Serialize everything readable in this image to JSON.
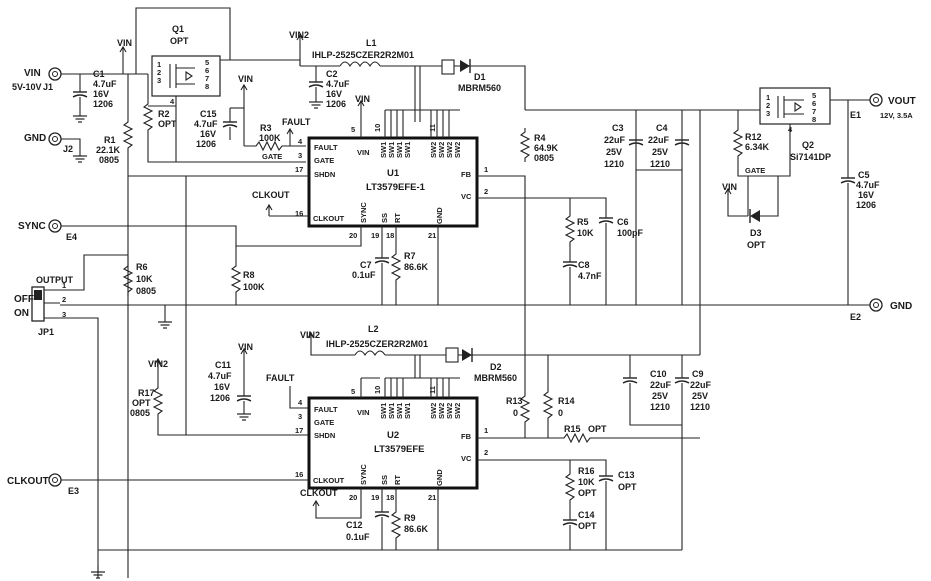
{
  "input": {
    "vin_label": "VIN",
    "vin_range": "5V-10V",
    "j1": "J1",
    "gnd_label": "GND",
    "j2": "J2"
  },
  "c1": {
    "ref": "C1",
    "val": "4.7uF",
    "volt": "16V",
    "pkg": "1206"
  },
  "r1": {
    "ref": "R1",
    "val": "22.1K",
    "pkg": "0805"
  },
  "q1": {
    "ref": "Q1",
    "val": "OPT",
    "pins": [
      "1",
      "2",
      "3",
      "4",
      "5",
      "6",
      "7",
      "8"
    ]
  },
  "r2": {
    "ref": "R2",
    "val": "OPT"
  },
  "net": {
    "vin": "VIN",
    "vin2": "VIN2",
    "fault": "FAULT",
    "gate": "GATE",
    "clkout": "CLKOUT"
  },
  "l1": {
    "ref": "L1",
    "part": "IHLP-2525CZER2R2M01"
  },
  "d1": {
    "ref": "D1",
    "part": "MBRM560"
  },
  "c2": {
    "ref": "C2",
    "val": "4.7uF",
    "volt": "16V",
    "pkg": "1206"
  },
  "c15": {
    "ref": "C15",
    "val": "4.7uF",
    "volt": "16V",
    "pkg": "1206"
  },
  "r3": {
    "ref": "R3",
    "val": "100K"
  },
  "u1": {
    "ref": "U1",
    "part": "LT3579EFE-1"
  },
  "u2": {
    "ref": "U2",
    "part": "LT3579EFE"
  },
  "ic_pins": {
    "fault": "FAULT",
    "gate": "GATE",
    "shdn": "SHDN",
    "sync": "SYNC",
    "clkout": "CLKOUT",
    "vin": "VIN",
    "fb": "FB",
    "vc": "VC",
    "ss": "SS",
    "rt": "RT",
    "gnd": "GND",
    "sw1": "SW1",
    "sw2": "SW2"
  },
  "ic_pin_numbers": {
    "p1": "1",
    "p2": "2",
    "p3": "3",
    "p4": "4",
    "p5": "5",
    "p10": "10",
    "p11": "11",
    "p16": "16",
    "p17": "17",
    "p18": "18",
    "p19": "19",
    "p20": "20",
    "p21": "21"
  },
  "r4": {
    "ref": "R4",
    "val": "64.9K",
    "pkg": "0805"
  },
  "c3": {
    "ref": "C3",
    "val": "22uF",
    "volt": "25V",
    "pkg": "1210"
  },
  "c4": {
    "ref": "C4",
    "val": "22uF",
    "volt": "25V",
    "pkg": "1210"
  },
  "r5": {
    "ref": "R5",
    "val": "10K"
  },
  "c6": {
    "ref": "C6",
    "val": "100pF"
  },
  "c8": {
    "ref": "C8",
    "val": "4.7nF"
  },
  "c7": {
    "ref": "C7",
    "val": "0.1uF"
  },
  "r7": {
    "ref": "R7",
    "val": "86.6K"
  },
  "r6": {
    "ref": "R6",
    "val": "10K",
    "pkg": "0805"
  },
  "r8": {
    "ref": "R8",
    "val": "100K"
  },
  "sync": {
    "label": "SYNC",
    "e4": "E4"
  },
  "jp1": {
    "ref": "JP1",
    "output": "OUTPUT",
    "off": "OFF",
    "on": "ON",
    "pins": [
      "1",
      "2",
      "3"
    ]
  },
  "q2": {
    "ref": "Q2",
    "part": "Si7141DP",
    "pins": [
      "1",
      "2",
      "3",
      "4",
      "5",
      "6",
      "7",
      "8"
    ]
  },
  "r12": {
    "ref": "R12",
    "val": "6.34K"
  },
  "d3": {
    "ref": "D3",
    "val": "OPT"
  },
  "c5": {
    "ref": "C5",
    "val": "4.7uF",
    "volt": "16V",
    "pkg": "1206"
  },
  "output": {
    "vout": "VOUT",
    "spec": "12V, 3.5A",
    "e1": "E1",
    "gnd": "GND",
    "e2": "E2"
  },
  "l2": {
    "ref": "L2",
    "part": "IHLP-2525CZER2R2M01"
  },
  "d2": {
    "ref": "D2",
    "part": "MBRM560"
  },
  "c11": {
    "ref": "C11",
    "val": "4.7uF",
    "volt": "16V",
    "pkg": "1206"
  },
  "r17": {
    "ref": "R17",
    "val": "OPT",
    "pkg": "0805"
  },
  "c10": {
    "ref": "C10",
    "val": "22uF",
    "volt": "25V",
    "pkg": "1210"
  },
  "c9": {
    "ref": "C9",
    "val": "22uF",
    "volt": "25V",
    "pkg": "1210"
  },
  "r13": {
    "ref": "R13",
    "val": "0"
  },
  "r14": {
    "ref": "R14",
    "val": "0"
  },
  "r15": {
    "ref": "R15",
    "val": "OPT"
  },
  "r16": {
    "ref": "R16",
    "val": "10K",
    "val2": "OPT"
  },
  "c13": {
    "ref": "C13",
    "val": "OPT"
  },
  "c14": {
    "ref": "C14",
    "val": "OPT"
  },
  "c12": {
    "ref": "C12",
    "val": "0.1uF"
  },
  "r9": {
    "ref": "R9",
    "val": "86.6K"
  },
  "clkout": {
    "label": "CLKOUT",
    "e3": "E3"
  }
}
